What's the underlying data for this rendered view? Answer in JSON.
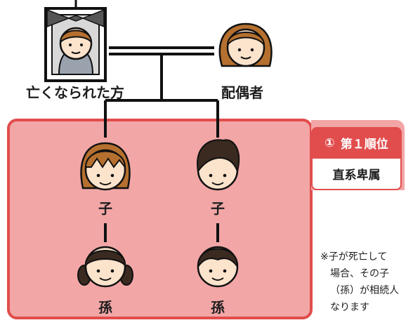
{
  "people": {
    "deceased": {
      "label": "亡くなられた方"
    },
    "spouse": {
      "label": "配偶者"
    },
    "child_left": {
      "label": "子"
    },
    "child_right": {
      "label": "子"
    },
    "grandchild_left": {
      "label": "孫"
    },
    "grandchild_right": {
      "label": "孫"
    }
  },
  "badge": {
    "number": "①",
    "rank": "第１順位",
    "category": "直系卑属"
  },
  "note": {
    "lines": [
      "※子が死亡して",
      "場合、その子",
      "（孫）が相続人",
      "なります"
    ]
  },
  "colors": {
    "panel_fill": "#f2a6a6",
    "panel_border": "#e14d4d",
    "badge_fill": "#e14d4d",
    "line": "#111111",
    "skin": "#fbe3cc",
    "hair_brown": "#b5702f",
    "hair_dark": "#3a2a20"
  },
  "icons": {
    "portrait": "memorial-portrait-icon",
    "spouse": "woman-face-icon",
    "child_left": "girl-face-icon",
    "child_right": "boy-face-icon",
    "grandchild_left": "girl-pigtails-face-icon",
    "grandchild_right": "boy-face-icon"
  }
}
